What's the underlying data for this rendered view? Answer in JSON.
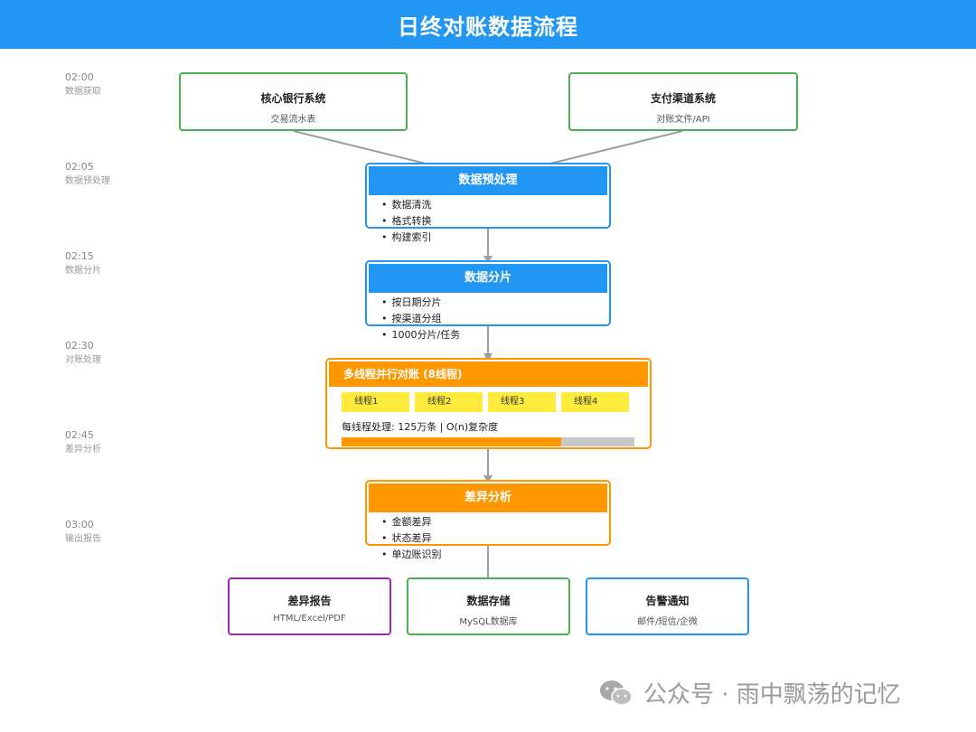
{
  "header": {
    "title": "日终对账数据流程"
  },
  "timeline": [
    {
      "time": "02:00",
      "label": "数据获取"
    },
    {
      "time": "02:05",
      "label": "数据预处理"
    },
    {
      "time": "02:15",
      "label": "数据分片"
    },
    {
      "time": "02:30",
      "label": "对账处理"
    },
    {
      "time": "02:45",
      "label": "差异分析"
    },
    {
      "time": "03:00",
      "label": "输出报告"
    }
  ],
  "sources": [
    {
      "title": "核心银行系统",
      "subtitle": "交易流水表"
    },
    {
      "title": "支付渠道系统",
      "subtitle": "对账文件/API"
    }
  ],
  "preprocess": {
    "title": "数据预处理",
    "items": [
      "数据清洗",
      "格式转换",
      "构建索引"
    ]
  },
  "sharding": {
    "title": "数据分片",
    "items": [
      "按日期分片",
      "按渠道分组",
      "1000分片/任务"
    ]
  },
  "multithread": {
    "title": "多线程并行对账 (8线程)",
    "threads": [
      "线程1",
      "线程2",
      "线程3",
      "线程4"
    ],
    "info": "每线程处理: 125万条 | O(n)复杂度",
    "progress_fraction": 0.75
  },
  "diff": {
    "title": "差异分析",
    "items": [
      "金额差异",
      "状态差异",
      "单边账识别"
    ]
  },
  "outputs": [
    {
      "title": "差异报告",
      "subtitle": "HTML/Excel/PDF"
    },
    {
      "title": "数据存储",
      "subtitle": "MySQL数据库"
    },
    {
      "title": "告警通知",
      "subtitle": "邮件/短信/企微"
    }
  ],
  "watermark": {
    "icon": "wechat-icon",
    "text": "公众号 · 雨中飘荡的记忆"
  },
  "colors": {
    "header_blue": "#2196f3",
    "source_green": "#4caf50",
    "stage_blue": "#2196f3",
    "stage_orange": "#ff9800",
    "thread_yellow": "#ffeb3b",
    "report_purple": "#9c27b0",
    "connector_gray": "#9e9e9e"
  }
}
